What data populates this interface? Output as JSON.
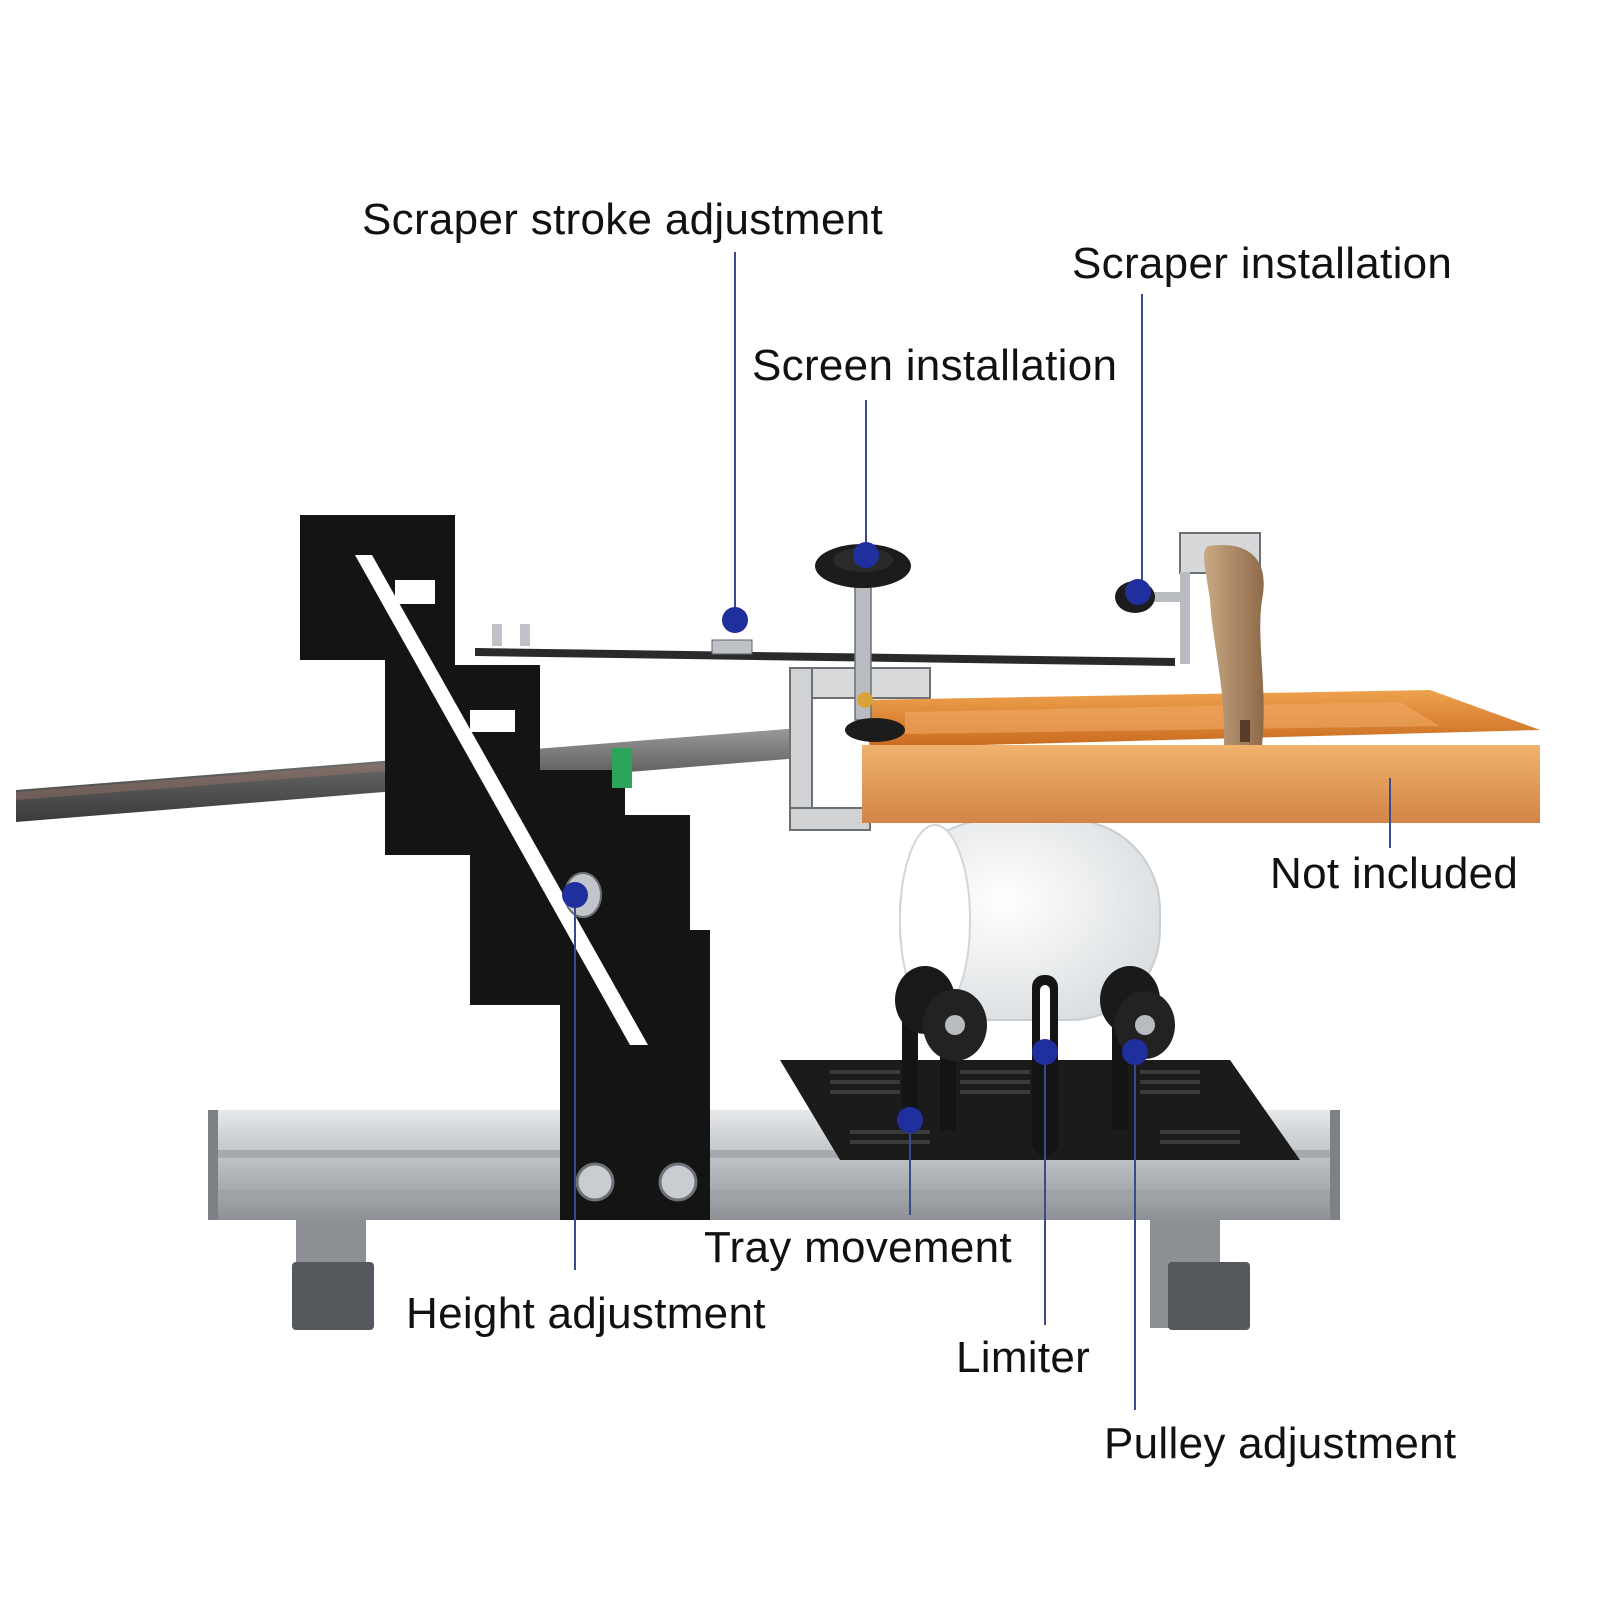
{
  "labels": {
    "scraper_stroke_adjustment": "Scraper stroke adjustment",
    "scraper_installation": "Scraper installation",
    "screen_installation": "Screen installation",
    "not_included": "Not included",
    "tray_movement": "Tray movement",
    "height_adjustment": "Height adjustment",
    "limiter": "Limiter",
    "pulley_adjustment": "Pulley adjustment"
  },
  "colors": {
    "marker": "#1f2f9e",
    "leader_line": "#3a4a8a",
    "frame_black": "#141414",
    "rail_silver": "#c9cdd1",
    "screen_orange": "#e0862e",
    "bottle_white": "#f1f3f4",
    "handle_wood": "#b4906c"
  }
}
